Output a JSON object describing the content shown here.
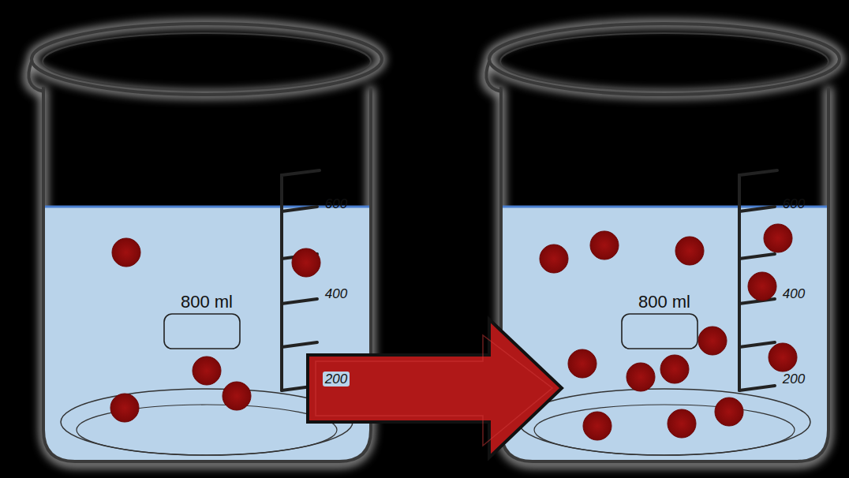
{
  "diagram": {
    "labels": [
      "600",
      "400",
      "800 ml",
      "200",
      "600",
      "400",
      "800 ml",
      "200"
    ]
  }
}
